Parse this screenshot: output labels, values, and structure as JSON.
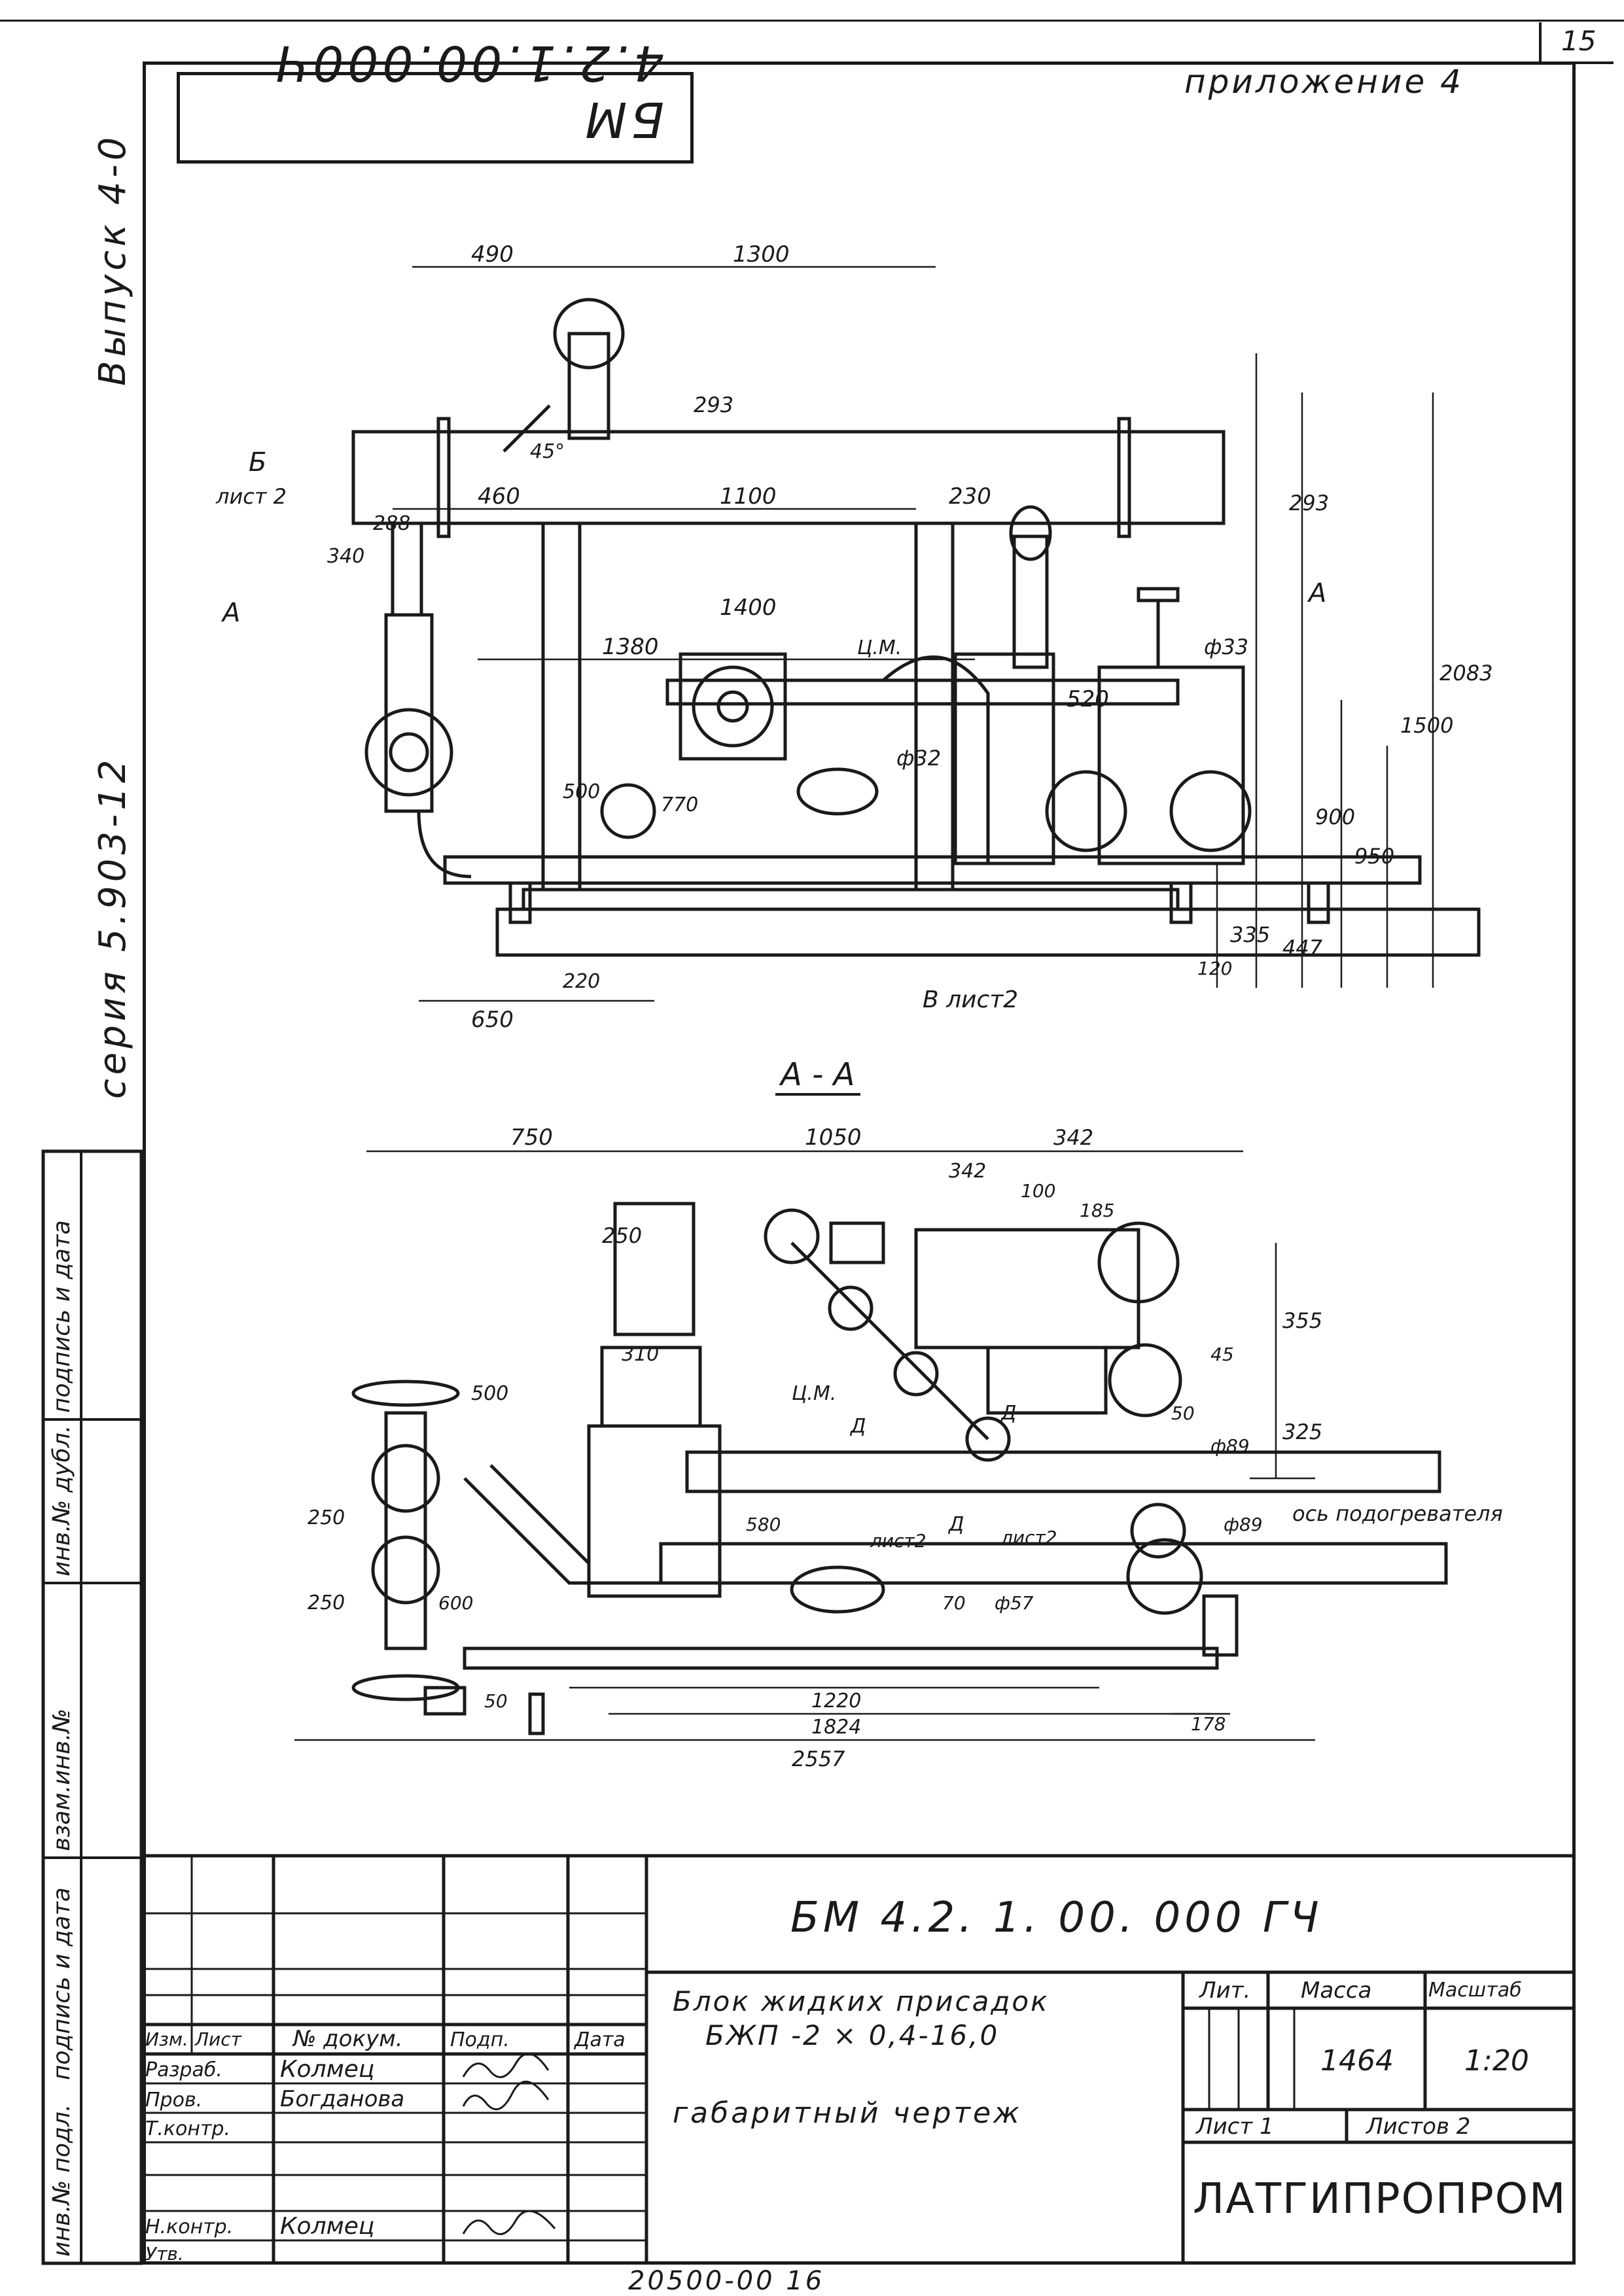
{
  "page": {
    "sheet_number": "15",
    "appendix": "приложение 4",
    "code_mirrored": "БМ 4.2.1.00.000Ч",
    "release": "Выпуск 4-0",
    "series": "серия 5.903-12",
    "bottom_stamp": "20500-00 16"
  },
  "left_strip": {
    "labels": [
      "инв.№ подл.",
      "подпись и дата",
      "взам.инв.№",
      "инв.№ дубл.",
      "подпись и дата"
    ]
  },
  "drawing": {
    "view_a_title": "А - А",
    "heater_axis": "ось подогревателя",
    "dims_top": [
      "490",
      "1300",
      "460",
      "1100",
      "230",
      "1400",
      "1380",
      "520",
      "293",
      "293",
      "288",
      "340",
      "45°",
      "500",
      "770",
      "ф32",
      "ф33",
      "900",
      "950",
      "1500",
      "2083",
      "447",
      "335",
      "120",
      "650",
      "220"
    ],
    "marks_top": [
      "Б",
      "лист 2",
      "А",
      "А",
      "Ц.М.",
      "В лист2"
    ],
    "dims_bottom": [
      "750",
      "1050",
      "342",
      "342",
      "100",
      "185",
      "250",
      "310",
      "500",
      "355",
      "45",
      "325",
      "50",
      "ф89",
      "ф89",
      "250",
      "250",
      "600",
      "580",
      "70",
      "ф57",
      "50",
      "1220",
      "1824",
      "178",
      "2557"
    ],
    "marks_bottom": [
      "Ц.М.",
      "Д",
      "Д",
      "Д",
      "лист2",
      "лист2"
    ]
  },
  "title_block": {
    "document_code": "БМ 4.2. 1. 00. 000 ГЧ",
    "name_line1": "Блок жидких присадок",
    "name_line2": "БЖП -2 × 0,4-16,0",
    "name_line3": "габаритный чертеж",
    "col_headers": [
      "Изм.",
      "Лист",
      "№ докум.",
      "Подп.",
      "Дата"
    ],
    "rows": [
      {
        "role": "Разраб.",
        "name": "Колмец"
      },
      {
        "role": "Пров.",
        "name": "Богданова"
      },
      {
        "role": "Т.контр.",
        "name": ""
      },
      {
        "role": "",
        "name": ""
      },
      {
        "role": "Н.контр.",
        "name": "Колмец"
      },
      {
        "role": "Утв.",
        "name": ""
      }
    ],
    "lit_header": "Лит.",
    "mass_header": "Масса",
    "scale_header": "Масштаб",
    "mass_value": "1464",
    "scale_value": "1:20",
    "sheet_label": "Лист 1",
    "sheets_label": "Листов 2",
    "organization": "ЛАТГИПРОПРОМ"
  }
}
